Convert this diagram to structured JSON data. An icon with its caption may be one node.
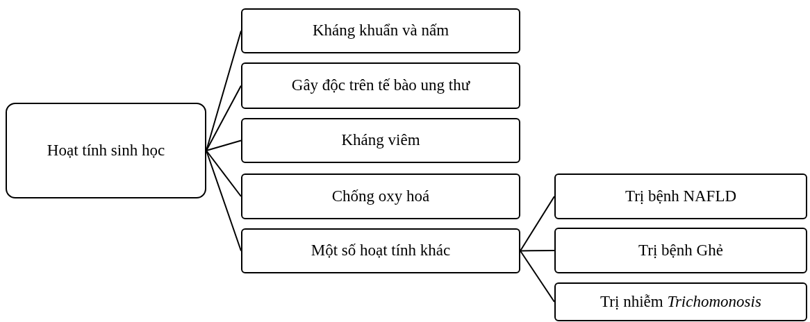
{
  "diagram": {
    "nodes": [
      {
        "text": [
          "Hoạt tính sinh học"
        ]
      },
      {
        "text": [
          "Kháng khuẩn và nấm"
        ]
      },
      {
        "text": [
          "Gây độc trên tế bào ung thư"
        ]
      },
      {
        "text": [
          "Kháng viêm"
        ]
      },
      {
        "text": [
          "Chống oxy hoá"
        ]
      },
      {
        "text": [
          "Một số hoạt tính khác"
        ]
      },
      {
        "text": [
          "Trị bệnh NAFLD"
        ]
      },
      {
        "text": [
          "Trị bệnh Ghẻ"
        ]
      },
      {
        "text": [
          "Trị nhiễm *Trichomonosis*"
        ]
      }
    ],
    "edges": [
      {
        "from": 0,
        "to": 1,
        "arrow": "none"
      },
      {
        "from": 0,
        "to": 2,
        "arrow": "none"
      },
      {
        "from": 0,
        "to": 3,
        "arrow": "none"
      },
      {
        "from": 0,
        "to": 4,
        "arrow": "none"
      },
      {
        "from": 0,
        "to": 5,
        "arrow": "none"
      },
      {
        "from": 5,
        "to": 6,
        "arrow": "none"
      },
      {
        "from": 5,
        "to": 7,
        "arrow": "none"
      },
      {
        "from": 5,
        "to": 8,
        "arrow": "none"
      }
    ]
  }
}
